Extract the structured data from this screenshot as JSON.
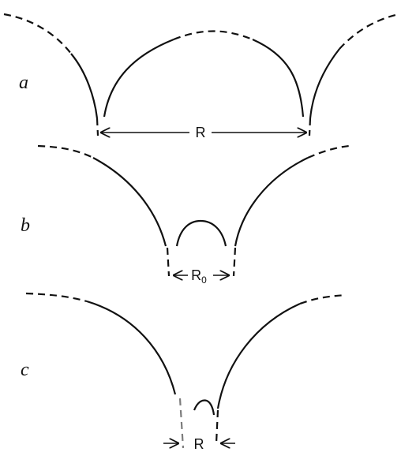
{
  "panels": [
    {
      "id": "a",
      "label": "a",
      "distance_label": "R"
    },
    {
      "id": "b",
      "label": "b",
      "distance_label": "R",
      "distance_subscript": "0"
    },
    {
      "id": "c",
      "label": "c",
      "distance_label": "R"
    }
  ],
  "colors": {
    "line": "#111111",
    "background": "#ffffff"
  }
}
